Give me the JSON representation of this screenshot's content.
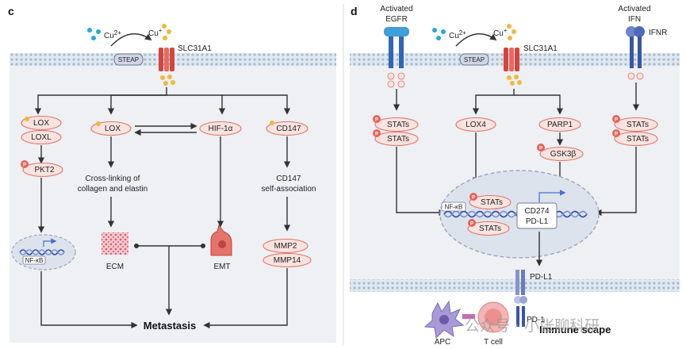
{
  "panel_c": {
    "letter": "c",
    "cu2": "Cu",
    "cu2_sup": "2+",
    "cu1": "Cu",
    "cu1_sup": "+",
    "steap": "STEAP",
    "slc": "SLC31A1",
    "lox_a": "LOX",
    "loxl": "LOXL",
    "pkt2": "PKT2",
    "nfkb": "NF-κB",
    "lox_b": "LOX",
    "crosslink_1": "Cross-linking of",
    "crosslink_2": "collagen and elastin",
    "ecm": "ECM",
    "hif": "HIF-1α",
    "emt": "EMT",
    "cd147": "CD147",
    "cd147_self_1": "CD147",
    "cd147_self_2": "self-association",
    "mmp2": "MMP2",
    "mmp14": "MMP14",
    "metastasis": "Metastasis",
    "p": "P"
  },
  "panel_d": {
    "letter": "d",
    "egfr_1": "Activated",
    "egfr_2": "EGFR",
    "cu2": "Cu",
    "cu2_sup": "2+",
    "cu1": "Cu",
    "cu1_sup": "+",
    "steap": "STEAP",
    "slc": "SLC31A1",
    "ifn_1": "Activated",
    "ifn_2": "IFN",
    "ifnr": "IFNR",
    "stats_l1": "STATs",
    "stats_l2": "STATs",
    "lox4": "LOX4",
    "parp1": "PARP1",
    "gsk": "GSK3β",
    "stats_r1": "STATs",
    "stats_r2": "STATs",
    "nfkb": "NF-κB",
    "stats_n1": "STATs",
    "stats_n2": "STATs",
    "cd274": "CD274",
    "pdl1_gene": "PD-L1",
    "pdl1": "PD-L1",
    "pd1": "PD-1",
    "apc": "APC",
    "tcell": "T cell",
    "immune": "Immune scape",
    "watermark": "公众号 · 小张聊科研",
    "p": "P"
  }
}
